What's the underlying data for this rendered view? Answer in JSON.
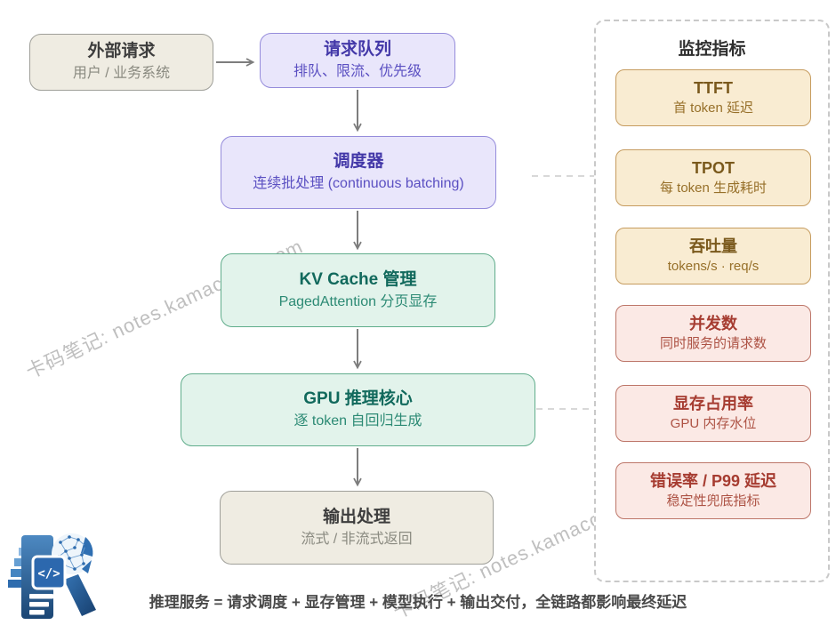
{
  "watermark": {
    "text": "卡码笔记: notes.kamacoder.com"
  },
  "flow": {
    "nodes": [
      {
        "title": "外部请求",
        "subtitle": "用户 / 业务系统",
        "style": "beige"
      },
      {
        "title": "请求队列",
        "subtitle": "排队、限流、优先级",
        "style": "purple"
      },
      {
        "title": "调度器",
        "subtitle": "连续批处理 (continuous batching)",
        "style": "purple"
      },
      {
        "title": "KV Cache 管理",
        "subtitle": "PagedAttention 分页显存",
        "style": "green"
      },
      {
        "title": "GPU 推理核心",
        "subtitle": "逐 token 自回归生成",
        "style": "green"
      },
      {
        "title": "输出处理",
        "subtitle": "流式 / 非流式返回",
        "style": "beige"
      }
    ]
  },
  "panel": {
    "title": "监控指标",
    "metrics": [
      {
        "title": "TTFT",
        "subtitle": "首 token 延迟",
        "style": "tan"
      },
      {
        "title": "TPOT",
        "subtitle": "每 token 生成耗时",
        "style": "tan"
      },
      {
        "title": "吞吐量",
        "subtitle": "tokens/s · req/s",
        "style": "tan"
      },
      {
        "title": "并发数",
        "subtitle": "同时服务的请求数",
        "style": "red"
      },
      {
        "title": "显存占用率",
        "subtitle": "GPU 内存水位",
        "style": "red"
      },
      {
        "title": "错误率 / P99 延迟",
        "subtitle": "稳定性兜底指标",
        "style": "red"
      }
    ]
  },
  "caption": "推理服务 = 请求调度 + 显存管理 + 模型执行 + 输出交付，全链路都影响最终延迟",
  "logo": {
    "badge": "</>"
  },
  "colors": {
    "beige_fill": "#efece2",
    "beige_border": "#9f9f99",
    "purple_fill": "#e9e6fb",
    "purple_border": "#958cdb",
    "purple_text": "#4338a8",
    "green_fill": "#e2f3eb",
    "green_border": "#61ad8c",
    "green_text": "#11695c",
    "tan_fill": "#f9ecd2",
    "tan_border": "#c69c5f",
    "tan_text": "#7a591c",
    "red_fill": "#fbe9e5",
    "red_border": "#bd7669",
    "red_text": "#a63c31",
    "arrow": "#7d7d7d",
    "dashed": "#cccccc",
    "watermark": "#aaaaaa",
    "logo_blue_dark": "#1b4674",
    "logo_blue": "#2c68ae",
    "logo_blue_light": "#8db9e3"
  }
}
